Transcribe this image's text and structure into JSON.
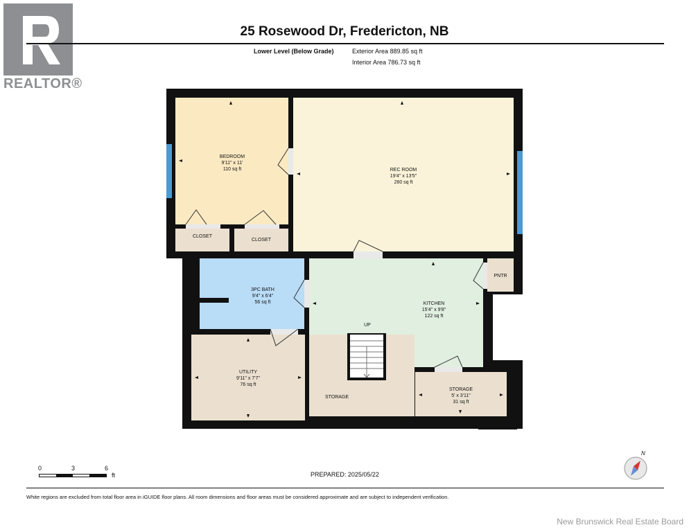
{
  "header": {
    "logo_text": "REALTOR®",
    "title": "25 Rosewood Dr, Fredericton, NB",
    "level": "Lower Level (Below Grade)",
    "exterior_area": "Exterior Area 889.85 sq ft",
    "interior_area": "Interior Area 786.73 sq ft"
  },
  "rooms": {
    "bedroom": {
      "name": "BEDROOM",
      "dims": "9'11\" x 11'",
      "area": "110 sq ft"
    },
    "rec_room": {
      "name": "REC ROOM",
      "dims": "19'4\" x 13'5\"",
      "area": "260 sq ft"
    },
    "closet_1": {
      "name": "CLOSET"
    },
    "closet_2": {
      "name": "CLOSET"
    },
    "bath": {
      "name": "3PC BATH",
      "dims": "9'4\" x 6'4\"",
      "area": "56 sq ft"
    },
    "kitchen": {
      "name": "KITCHEN",
      "dims": "15'4\" x 9'8\"",
      "area": "122 sq ft"
    },
    "pantry": {
      "name": "PNTR"
    },
    "stairs": {
      "name": "UP"
    },
    "utility": {
      "name": "UTILITY",
      "dims": "9'11\" x 7'7\"",
      "area": "76 sq ft"
    },
    "storage_1": {
      "name": "STORAGE"
    },
    "storage_2": {
      "name": "STORAGE",
      "dims": "5' x 3'11\"",
      "area": "31 sq ft"
    }
  },
  "scale": {
    "ticks": [
      "0",
      "3",
      "6"
    ],
    "unit": "ft"
  },
  "compass": {
    "label": "N"
  },
  "footer": {
    "prepared": "PREPARED:  2025/05/22",
    "disclaimer": "White regions are excluded from total floor area in iGUIDE floor plans. All room dimensions and floor areas must be considered approximate and are subject to independent verification.",
    "board": "New Brunswick Real Estate Board"
  },
  "colors": {
    "wall": "#111111",
    "bedroom": "#fbe9c2",
    "rec_room": "#fbf3d9",
    "bath": "#b9dcf7",
    "kitchen": "#e0efe0",
    "utility": "#ebe0cf",
    "closet": "#ebe0cf",
    "window": "#4a9bd6"
  }
}
